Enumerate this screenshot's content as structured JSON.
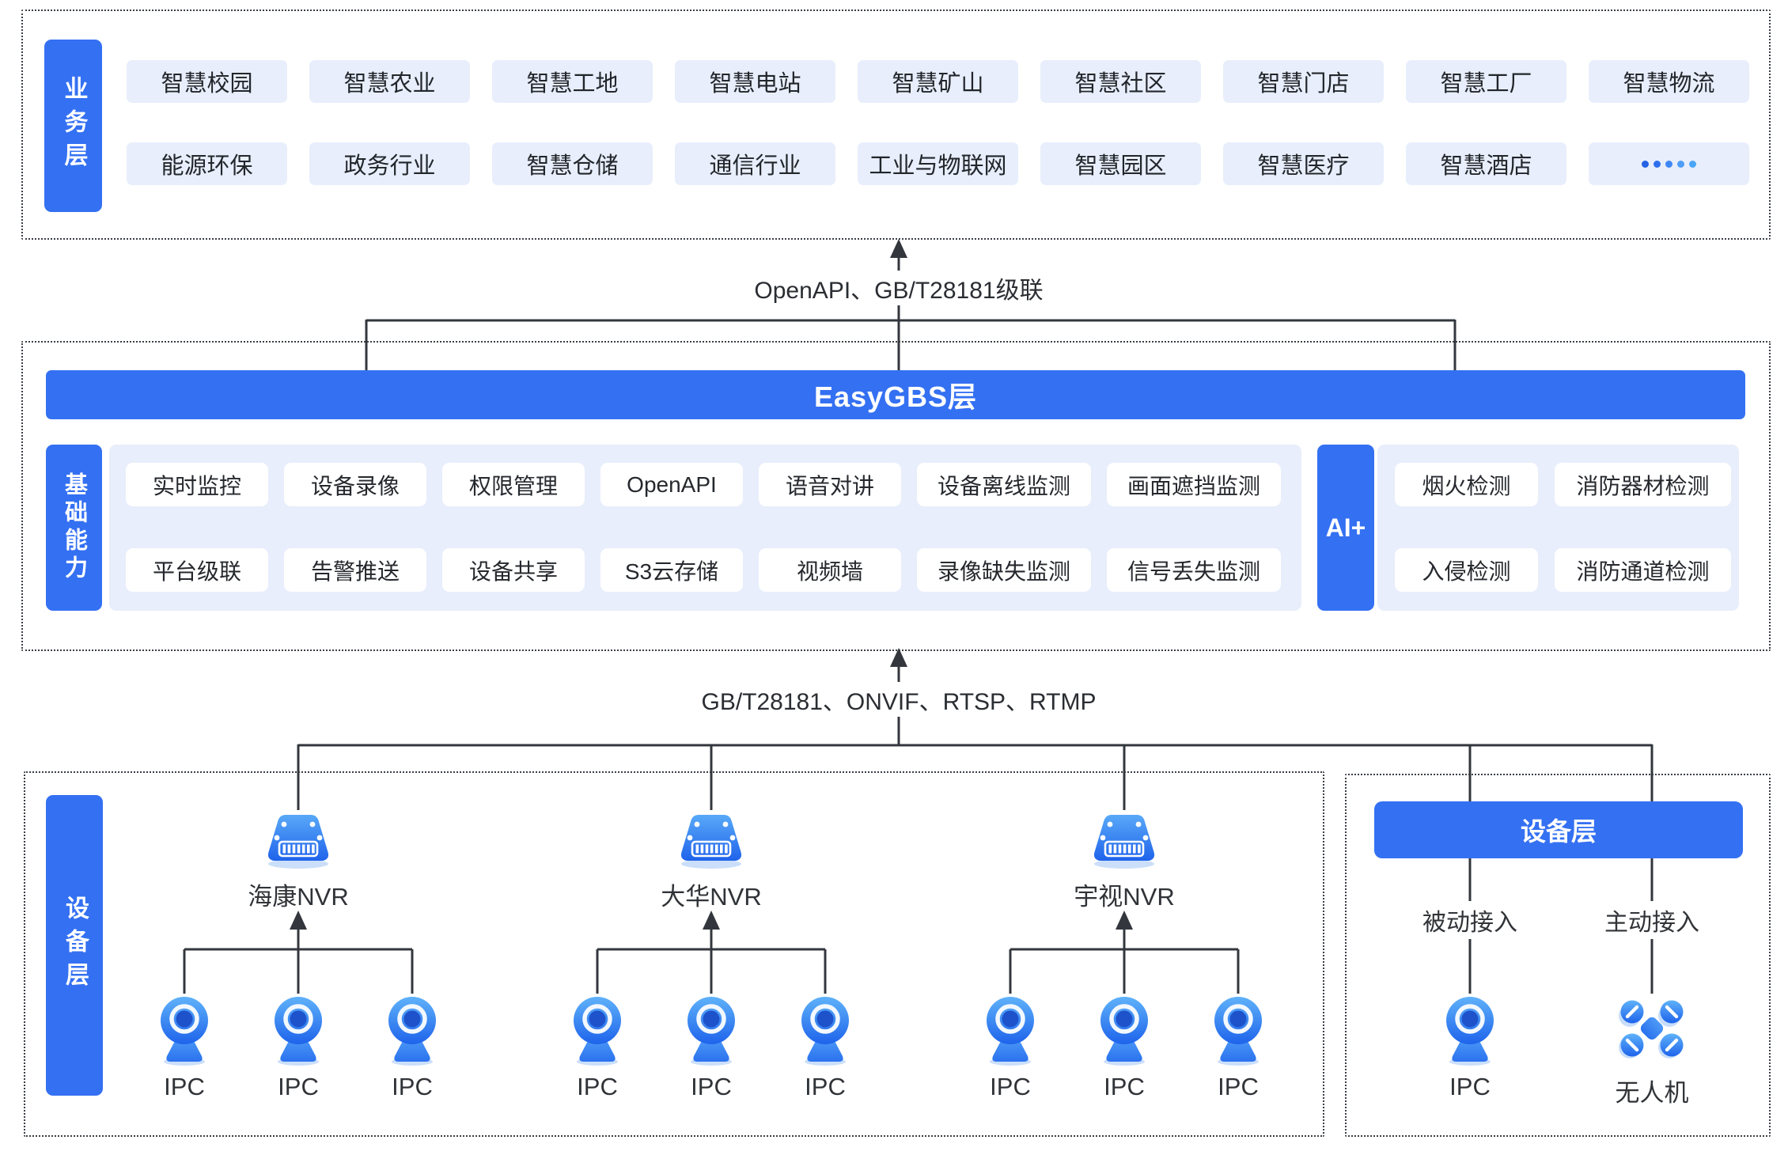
{
  "business_layer": {
    "label": "业务层",
    "row1": [
      "智慧校园",
      "智慧农业",
      "智慧工地",
      "智慧电站",
      "智慧矿山",
      "智慧社区",
      "智慧门店",
      "智慧工厂",
      "智慧物流"
    ],
    "row2": [
      "能源环保",
      "政务行业",
      "智慧仓储",
      "通信行业",
      "工业与物联网",
      "智慧园区",
      "智慧医疗",
      "智慧酒店"
    ],
    "more_label": "•••••"
  },
  "top_connector": {
    "label": "OpenAPI、GB/T28181级联"
  },
  "easygbs_layer": {
    "banner": "EasyGBS层",
    "capability_label": "基础能力",
    "cap_row1": [
      "实时监控",
      "设备录像",
      "权限管理",
      "OpenAPI",
      "语音对讲",
      "设备离线监测",
      "画面遮挡监测"
    ],
    "cap_row2": [
      "平台级联",
      "告警推送",
      "设备共享",
      "S3云存储",
      "视频墙",
      "录像缺失监测",
      "信号丢失监测"
    ],
    "ai_label": "AI+",
    "ai_row1": [
      "烟火检测",
      "消防器材检测"
    ],
    "ai_row2": [
      "入侵检测",
      "消防通道检测"
    ]
  },
  "bottom_connector": {
    "label": "GB/T28181、ONVIF、RTSP、RTMP"
  },
  "device_layer": {
    "label": "设备层",
    "nvr_groups": [
      {
        "name": "海康NVR",
        "ipcs": [
          "IPC",
          "IPC",
          "IPC"
        ]
      },
      {
        "name": "大华NVR",
        "ipcs": [
          "IPC",
          "IPC",
          "IPC"
        ]
      },
      {
        "name": "宇视NVR",
        "ipcs": [
          "IPC",
          "IPC",
          "IPC"
        ]
      }
    ],
    "right_panel": {
      "banner": "设备层",
      "passive_label": "被动接入",
      "active_label": "主动接入",
      "ipc_label": "IPC",
      "drone_label": "无人机"
    }
  },
  "colors": {
    "accent_blue": "#3470f2",
    "chip_bg": "#e8eefb",
    "line": "#33373d",
    "dark_text": "#23262b"
  }
}
